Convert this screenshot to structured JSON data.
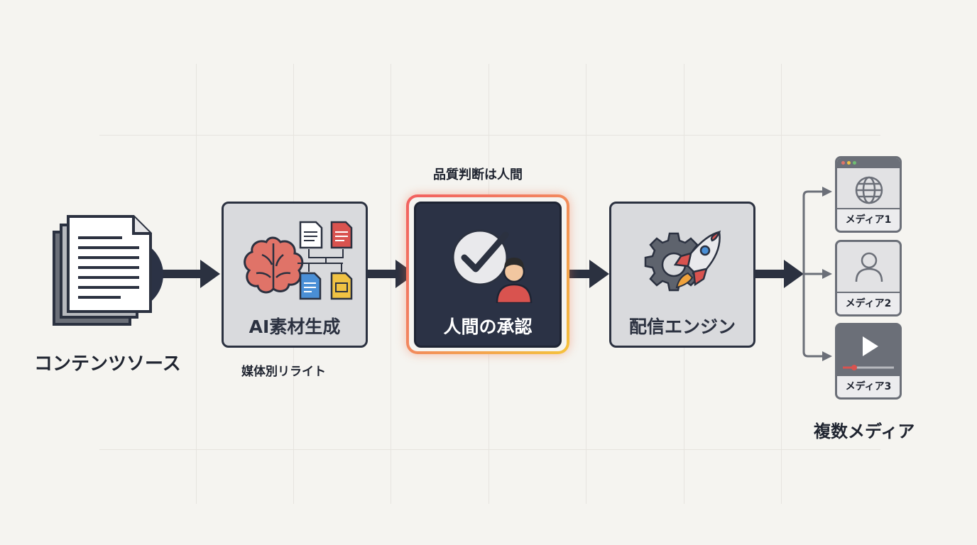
{
  "diagram": {
    "source": {
      "label": "コンテンツソース",
      "icon": "document-stack-icon"
    },
    "ai_step": {
      "title": "AI素材生成",
      "caption": "媒体別リライト",
      "icons": [
        "brain-icon",
        "document-icon"
      ]
    },
    "approval_step": {
      "title": "人間の承認",
      "note": "品質判断は人間",
      "icons": [
        "checkmark-icon",
        "person-icon"
      ]
    },
    "engine_step": {
      "title": "配信エンジン",
      "icons": [
        "gear-icon",
        "rocket-icon"
      ]
    },
    "outputs": {
      "label": "複数メディア",
      "items": [
        {
          "label": "メディア1",
          "icon": "globe-icon"
        },
        {
          "label": "メディア2",
          "icon": "user-icon"
        },
        {
          "label": "メディア3",
          "icon": "play-icon"
        }
      ]
    }
  },
  "colors": {
    "background": "#f5f4f0",
    "box_light": "#d9dadd",
    "box_dark": "#2b3245",
    "outline": "#2b3140",
    "highlight_start": "#f25f5f",
    "highlight_end": "#f5c33c",
    "brain": "#e07368",
    "doc_red": "#d9534f",
    "doc_blue": "#4a8fd6",
    "doc_yellow": "#f0c243"
  }
}
